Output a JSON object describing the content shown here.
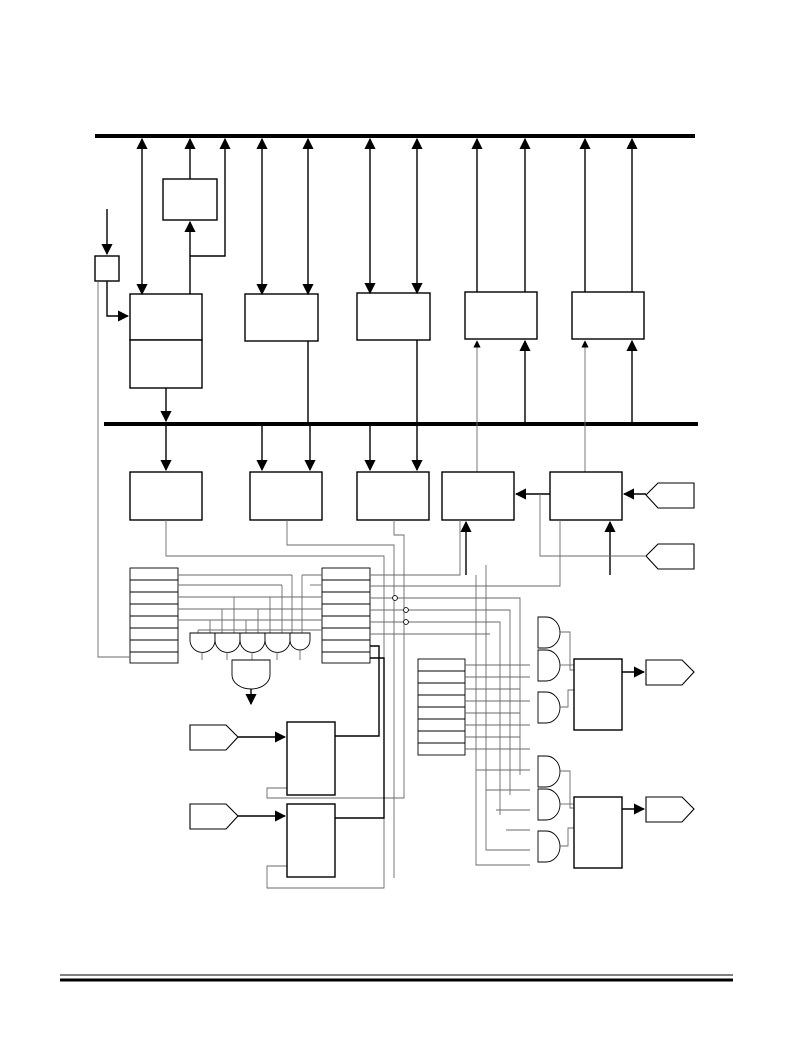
{
  "figure": {
    "blocks": {
      "top": [
        {
          "id": "small-block"
        },
        {
          "id": "prescaler-block"
        },
        {
          "id": "block-a-upper"
        },
        {
          "id": "block-a-lower"
        },
        {
          "id": "block-b"
        },
        {
          "id": "block-c"
        },
        {
          "id": "block-d"
        },
        {
          "id": "block-e"
        }
      ],
      "middle": [
        {
          "id": "block-f"
        },
        {
          "id": "block-g"
        },
        {
          "id": "block-h"
        },
        {
          "id": "block-i"
        },
        {
          "id": "block-j"
        }
      ],
      "bottom": [
        {
          "id": "block-k"
        },
        {
          "id": "block-l"
        },
        {
          "id": "block-m"
        },
        {
          "id": "block-n"
        }
      ]
    },
    "register_files": [
      {
        "id": "reg-file-left",
        "rows": 8
      },
      {
        "id": "reg-file-center",
        "rows": 8
      },
      {
        "id": "reg-file-right",
        "rows": 8
      }
    ],
    "pins": [
      {
        "id": "pin-in-1",
        "direction": "input"
      },
      {
        "id": "pin-in-2",
        "direction": "input"
      },
      {
        "id": "pin-in-3",
        "direction": "input"
      },
      {
        "id": "pin-in-4",
        "direction": "input"
      },
      {
        "id": "pin-out-1",
        "direction": "output"
      },
      {
        "id": "pin-out-2",
        "direction": "output"
      }
    ],
    "gates": {
      "and_gates_row": 5,
      "combining_gate": 1,
      "right_and_gates": 6
    },
    "buses": [
      "upper-bus",
      "lower-bus"
    ],
    "footer": {
      "rule": "double-line"
    }
  }
}
